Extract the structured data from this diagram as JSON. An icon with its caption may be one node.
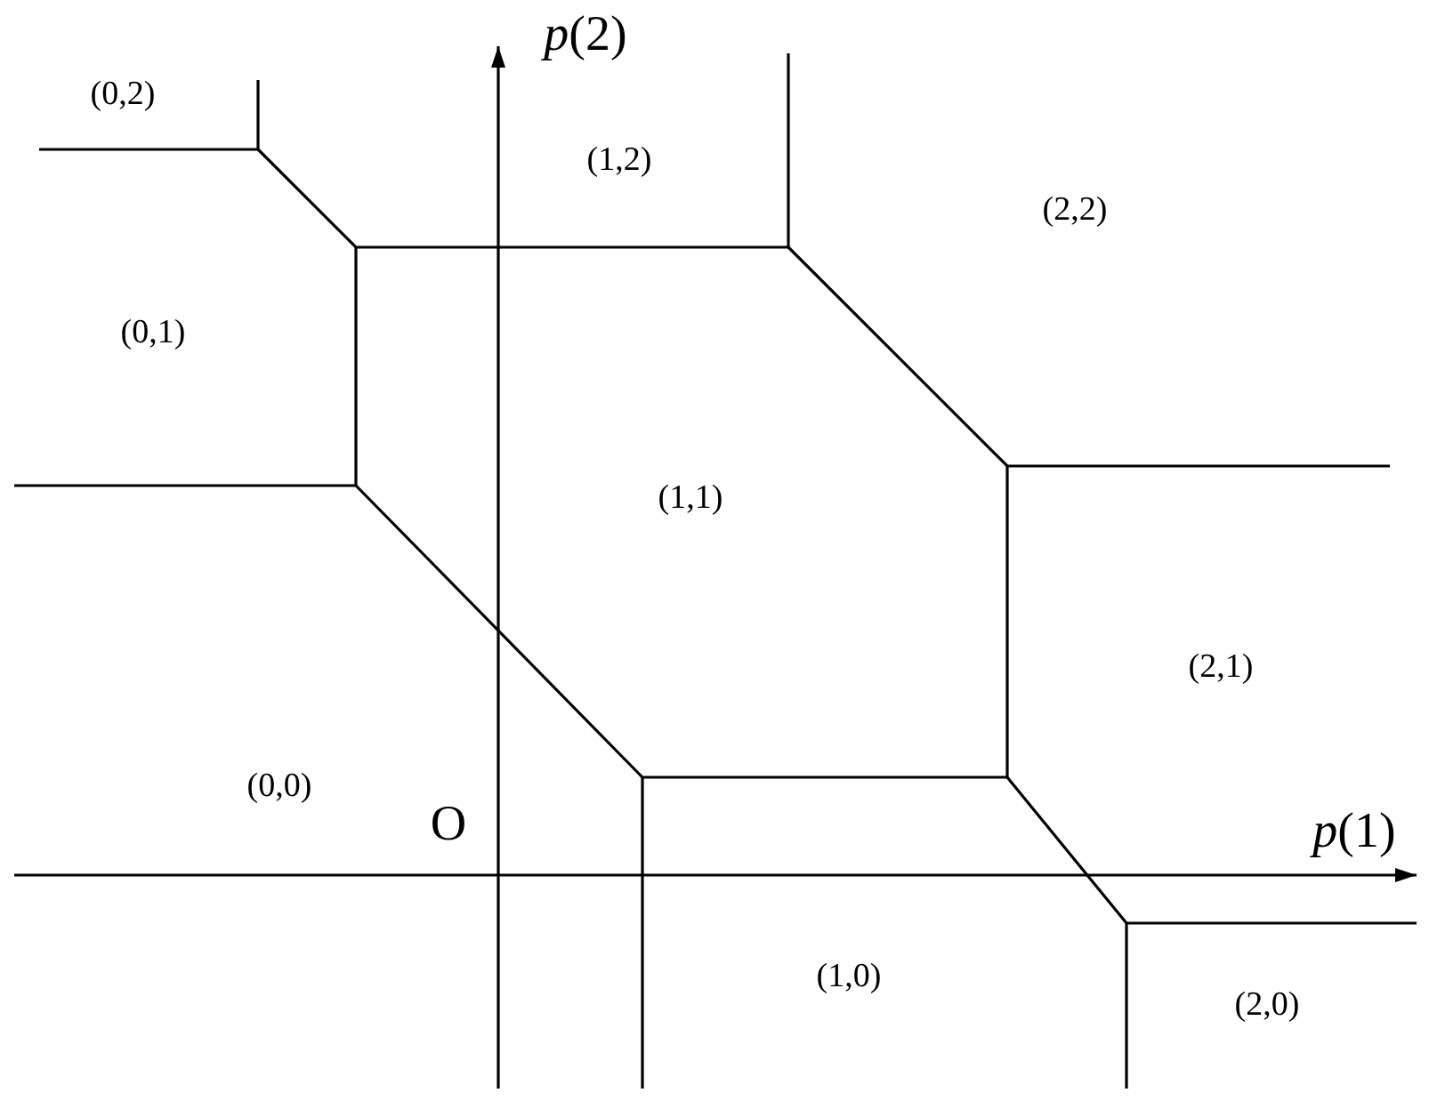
{
  "diagram": {
    "labels": [
      "(0,2)",
      "*p*(2)",
      "(1,2)",
      "(2,2)",
      "(0,1)",
      "(1,1)",
      "(2,1)",
      "(0,0)",
      "O",
      "*p*(1)",
      "(1,0)",
      "(2,0)"
    ]
  }
}
